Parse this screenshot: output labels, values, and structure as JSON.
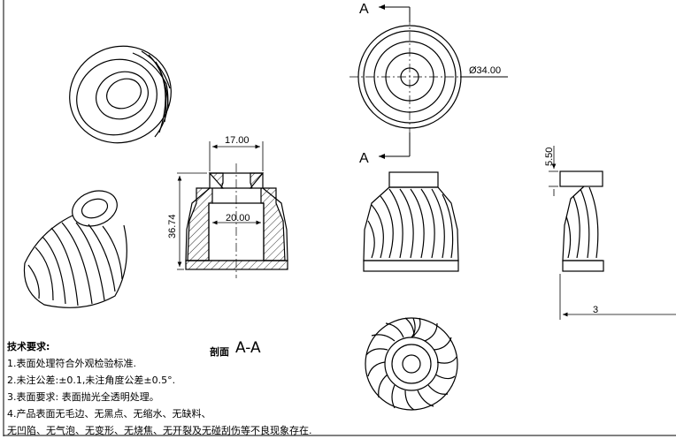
{
  "dimensions": {
    "diameter": "Ø34.00",
    "top_width": "17.00",
    "inner_width": "20.00",
    "height": "36.74",
    "step": "5.50",
    "right_partial": "3"
  },
  "section_markers": {
    "top": "A",
    "bottom": "A"
  },
  "section_label": {
    "prefix": "剖面",
    "letters": "A-A"
  },
  "notes": {
    "title": "技术要求:",
    "items": [
      "1.表面处理符合外观检验标准.",
      "2.未注公差:±0.1,未注角度公差±0.5°.",
      "3.表面要求: 表面抛光全透明处理。",
      "4.产品表面无毛边、无黑点、无缩水、无缺料、",
      "无凹陷、无气泡、无变形、无烧焦、无开裂及无碰刮伤等不良现象存在."
    ]
  }
}
